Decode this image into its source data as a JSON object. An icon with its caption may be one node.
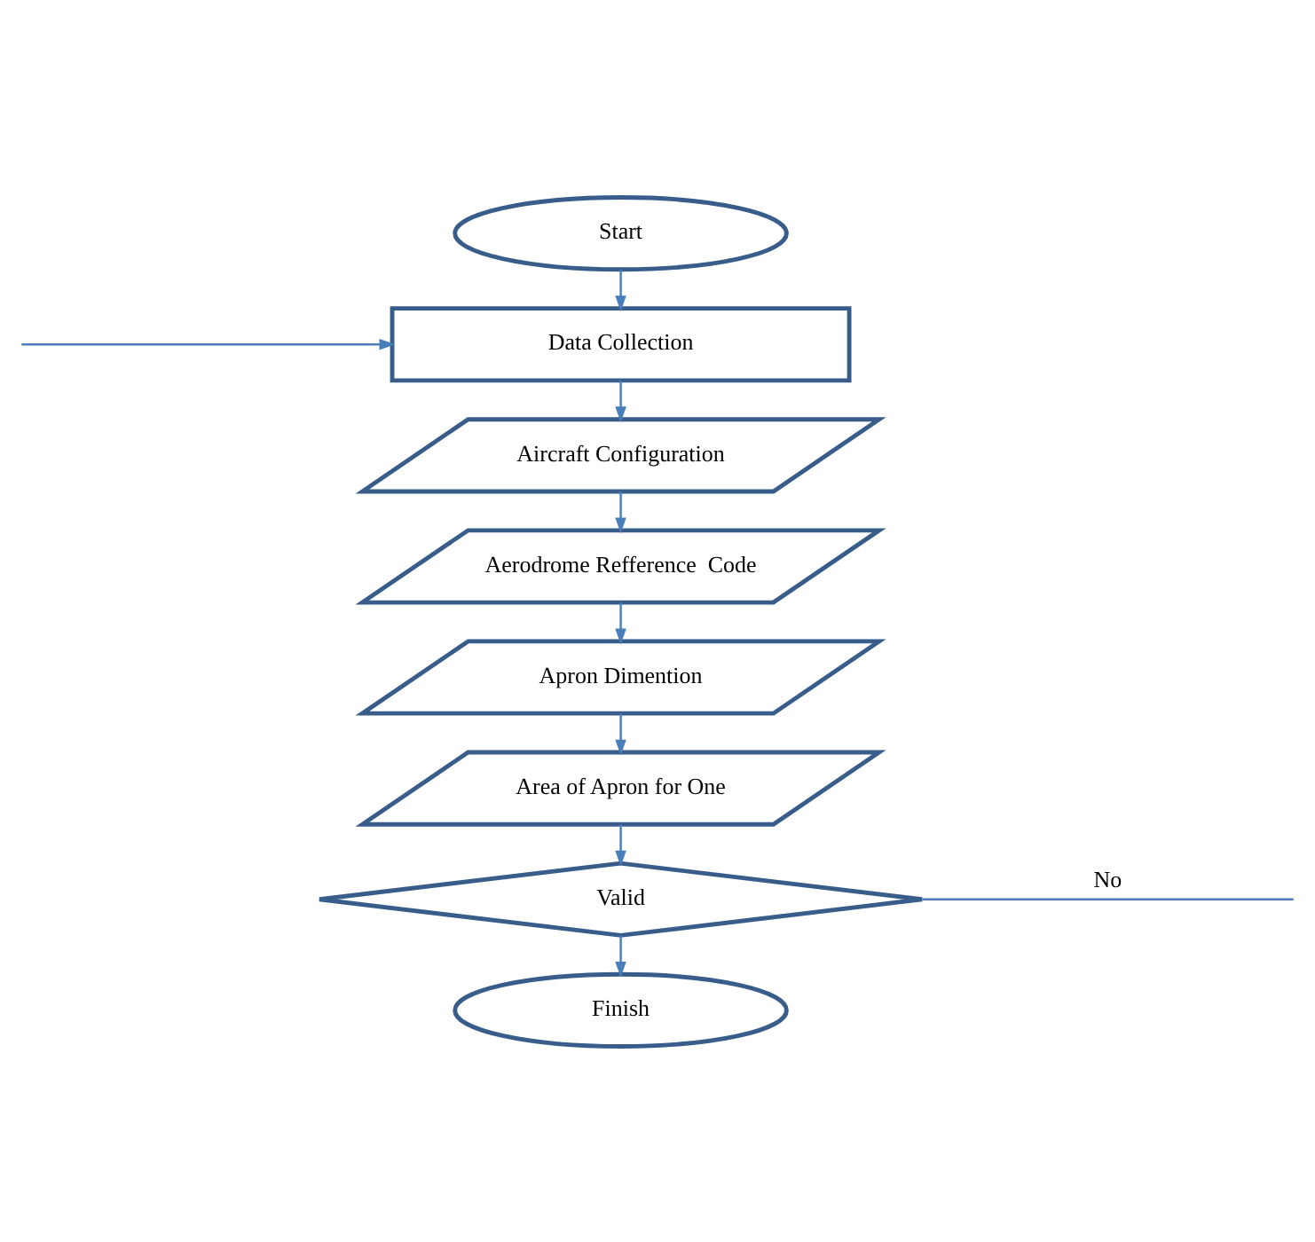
{
  "diagram": {
    "nodes": [
      {
        "text": [
          "Start"
        ]
      },
      {
        "text": [
          "Data Collection"
        ]
      },
      {
        "text": [
          "Aircraft Configuration"
        ]
      },
      {
        "text": [
          "Aerodrome Refference  Code"
        ]
      },
      {
        "text": [
          "Apron Dimention"
        ]
      },
      {
        "text": [
          "Area of Apron for One"
        ]
      },
      {
        "text": [
          "Valid"
        ]
      },
      {
        "text": [
          "Finish"
        ]
      }
    ],
    "edges": [
      {
        "from": 0,
        "to": 1,
        "arrow": "to"
      },
      {
        "from": 1,
        "to": 2,
        "arrow": "to"
      },
      {
        "from": 2,
        "to": 3,
        "arrow": "to"
      },
      {
        "from": 3,
        "to": 4,
        "arrow": "to"
      },
      {
        "from": 4,
        "to": 5,
        "arrow": "to"
      },
      {
        "from": 5,
        "to": 6,
        "arrow": "to"
      },
      {
        "from": 6,
        "to": 7,
        "arrow": "to"
      },
      {
        "from": 6,
        "to": null,
        "arrow": "none",
        "label": "No"
      },
      {
        "from": null,
        "to": 1,
        "arrow": "to"
      }
    ]
  }
}
